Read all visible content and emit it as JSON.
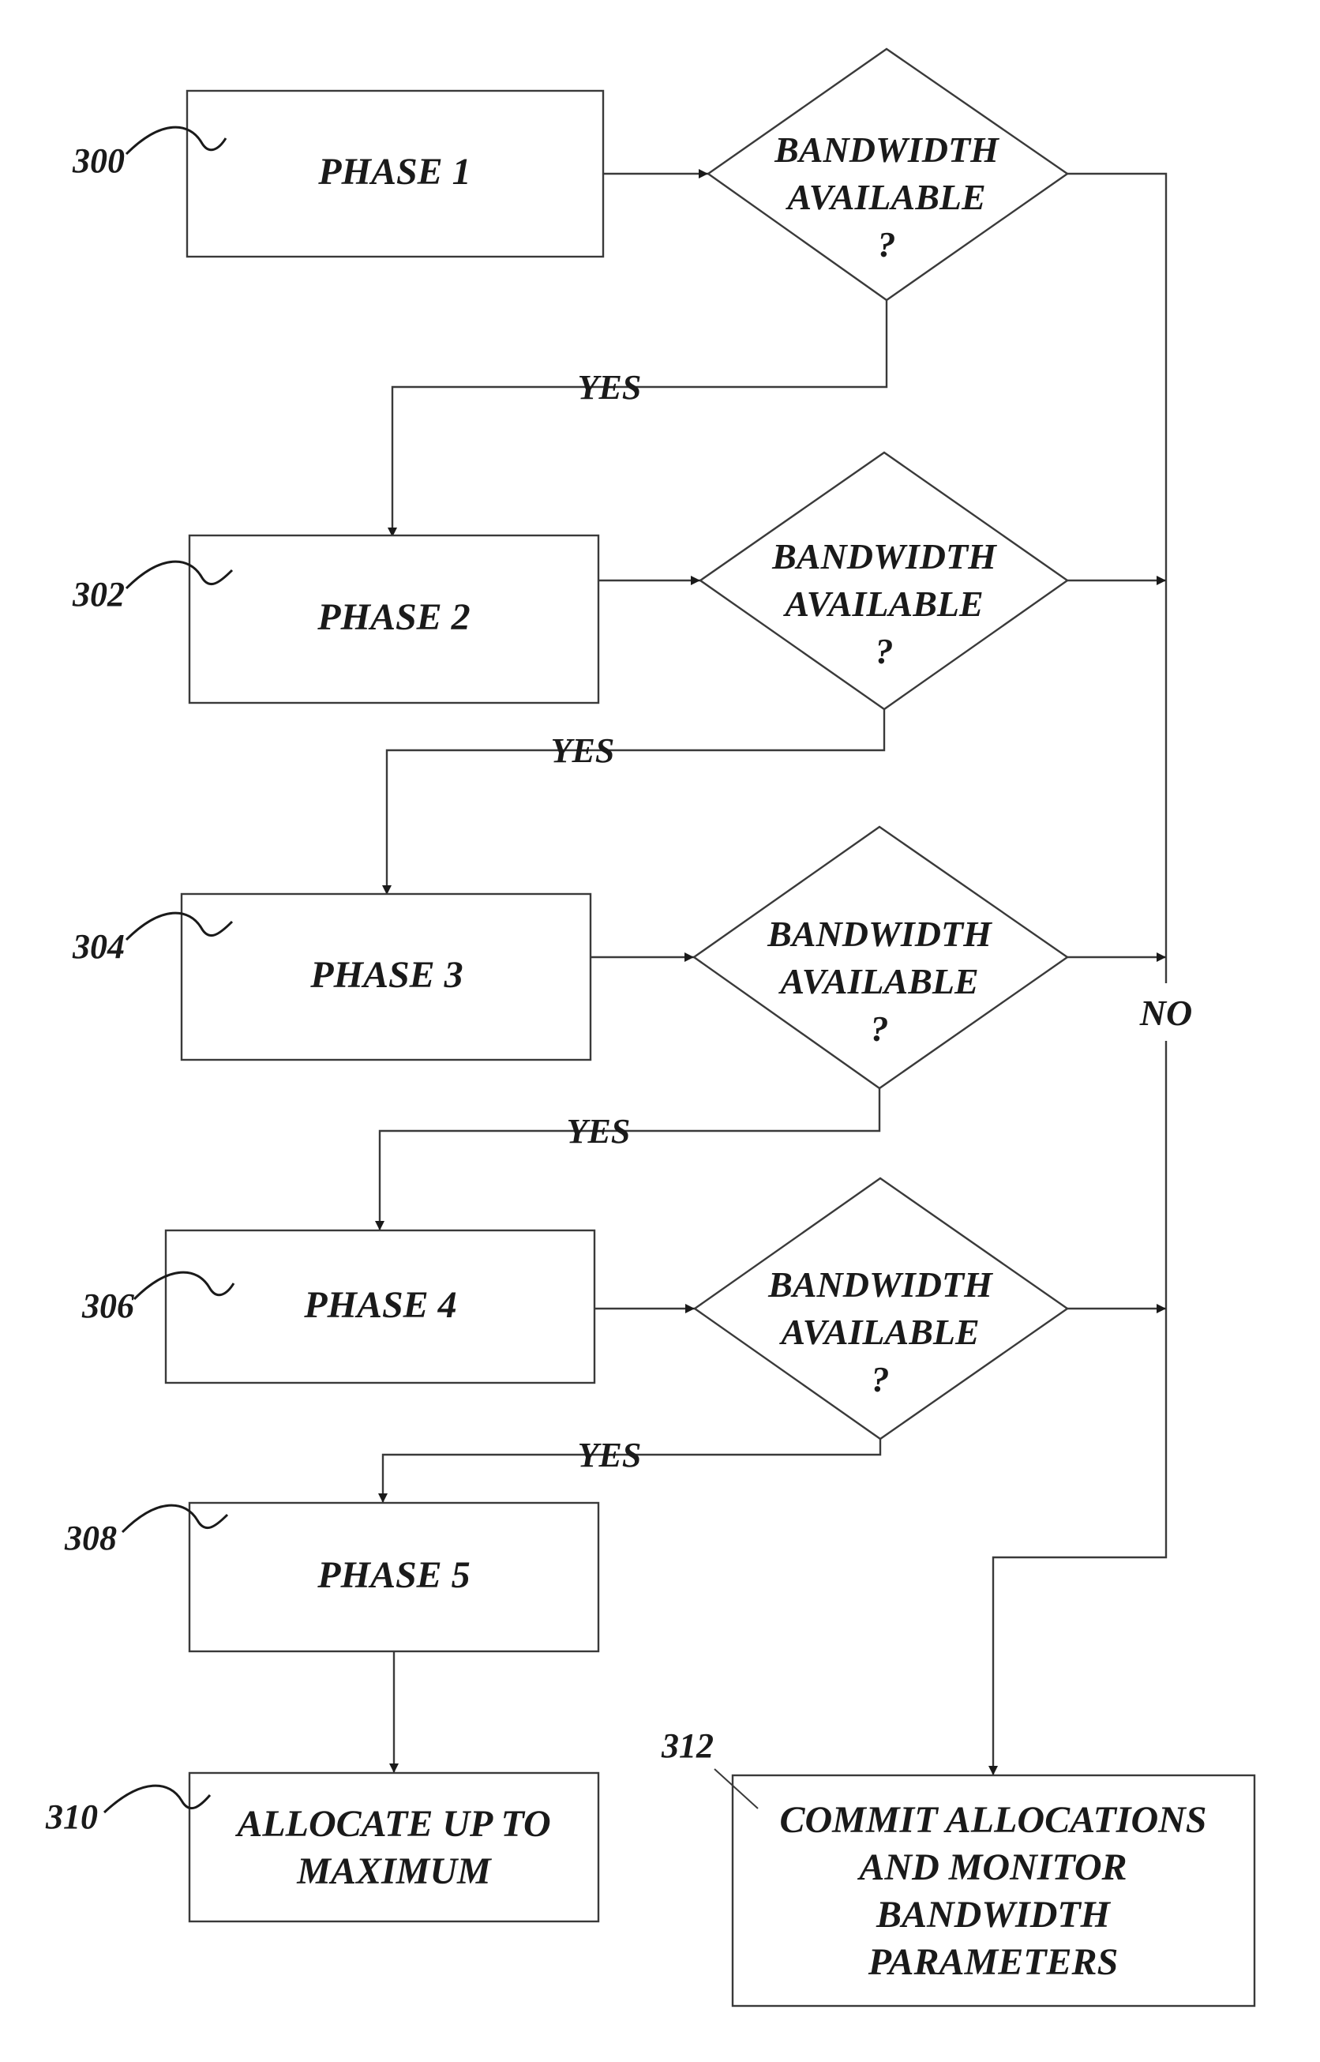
{
  "phases": [
    {
      "ref": "300",
      "label": "PHASE 1"
    },
    {
      "ref": "302",
      "label": "PHASE 2"
    },
    {
      "ref": "304",
      "label": "PHASE 3"
    },
    {
      "ref": "306",
      "label": "PHASE 4"
    },
    {
      "ref": "308",
      "label": "PHASE 5"
    }
  ],
  "decisions": [
    {
      "lines": [
        "BANDWIDTH",
        "AVAILABLE",
        "?"
      ],
      "yes_label": "YES"
    },
    {
      "lines": [
        "BANDWIDTH",
        "AVAILABLE",
        "?"
      ],
      "yes_label": "YES"
    },
    {
      "lines": [
        "BANDWIDTH",
        "AVAILABLE",
        "?"
      ],
      "yes_label": "YES"
    },
    {
      "lines": [
        "BANDWIDTH",
        "AVAILABLE",
        "?"
      ],
      "yes_label": "YES"
    }
  ],
  "no_label": "NO",
  "allocate": {
    "ref": "310",
    "lines": [
      "ALLOCATE UP TO",
      "MAXIMUM"
    ]
  },
  "commit": {
    "ref": "312",
    "lines": [
      "COMMIT ALLOCATIONS",
      "AND MONITOR",
      "BANDWIDTH",
      "PARAMETERS"
    ]
  }
}
